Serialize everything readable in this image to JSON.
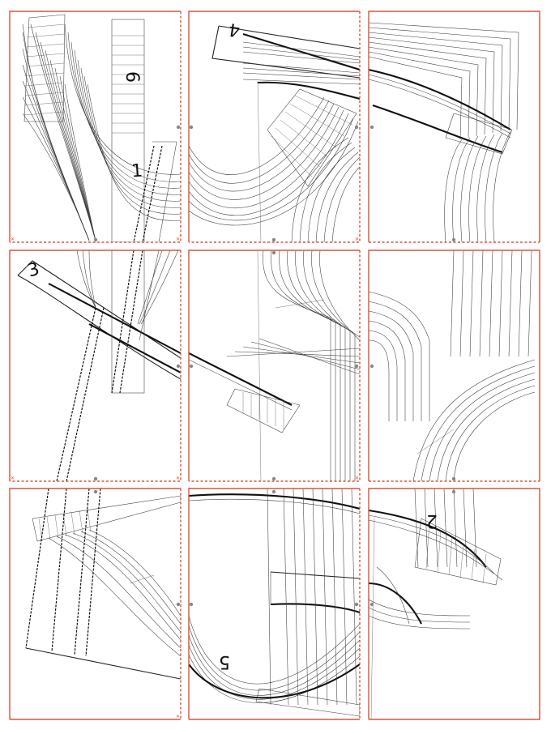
{
  "sheet": {
    "rows": 3,
    "cols": 3,
    "colors": {
      "border": "#d9533a",
      "line": "#333333",
      "bold": "#111111",
      "marker": "#888888"
    }
  },
  "pieces": [
    {
      "id": "piece-1",
      "label": "1"
    },
    {
      "id": "piece-2",
      "label": "2"
    },
    {
      "id": "piece-3",
      "label": "3"
    },
    {
      "id": "piece-4",
      "label": "4"
    },
    {
      "id": "piece-5",
      "label": "5"
    },
    {
      "id": "piece-6",
      "label": "6"
    }
  ],
  "tiles": [
    {
      "row": 1,
      "col": 1
    },
    {
      "row": 1,
      "col": 2
    },
    {
      "row": 1,
      "col": 3
    },
    {
      "row": 2,
      "col": 1
    },
    {
      "row": 2,
      "col": 2
    },
    {
      "row": 2,
      "col": 3
    },
    {
      "row": 3,
      "col": 1
    },
    {
      "row": 3,
      "col": 2
    },
    {
      "row": 3,
      "col": 3
    }
  ],
  "corner_mark": "✕"
}
